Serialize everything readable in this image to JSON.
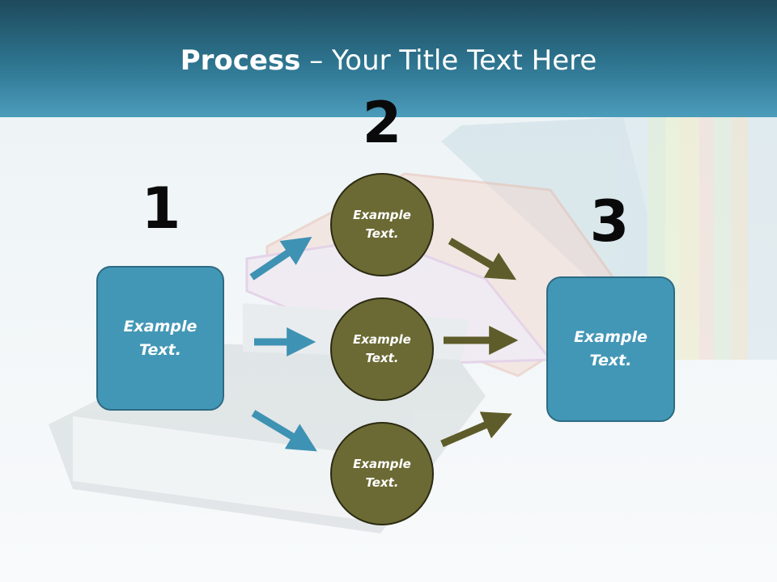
{
  "header": {
    "title_bold": "Process",
    "title_rest": " – Your Title Text Here"
  },
  "steps": {
    "one": "1",
    "two": "2",
    "three": "3"
  },
  "nodes": {
    "left_box": [
      "Example",
      "Text."
    ],
    "circle_top": [
      "Example",
      "Text."
    ],
    "circle_middle": [
      "Example",
      "Text."
    ],
    "circle_bottom": [
      "Example",
      "Text."
    ],
    "right_box": [
      "Example",
      "Text."
    ]
  },
  "colors": {
    "header": "#2e7590",
    "box_fill": "#4397b6",
    "circle_fill": "#6b6a34",
    "arrow_blue": "#3e92b3",
    "arrow_olive": "#5e5c2a"
  }
}
